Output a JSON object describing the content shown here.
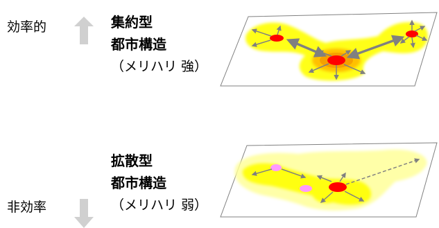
{
  "top": {
    "side_label": "効率的",
    "title_line1": "集約型",
    "title_line2": "都市構造",
    "subtitle": "（メリハリ 強）"
  },
  "bottom": {
    "side_label": "非効率",
    "title_line1": "拡散型",
    "title_line2": "都市構造",
    "subtitle": "（メリハリ 弱）"
  },
  "colors": {
    "arrow_gray": "#d0d0d0",
    "core_red": "#ff0000",
    "halo_yellow": "#ffff00",
    "halo_orange": "#ffc000",
    "sub_pink": "#ff99ff",
    "map_arrow": "#808080"
  }
}
